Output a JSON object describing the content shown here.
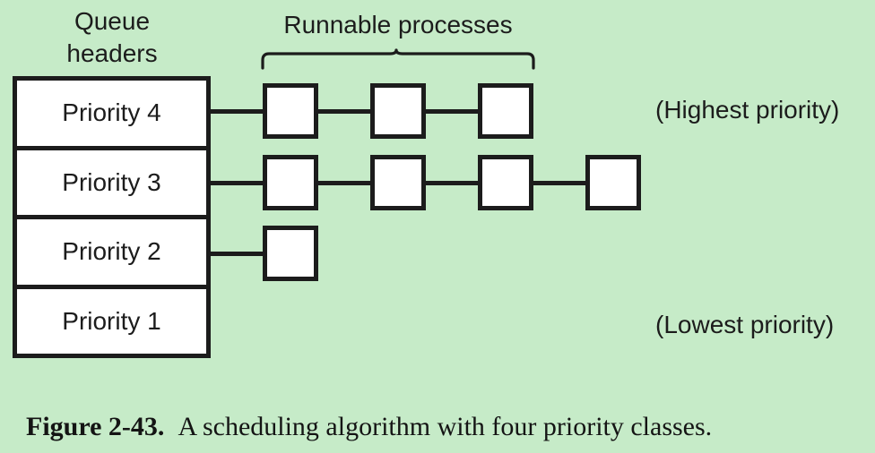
{
  "figure": {
    "background_color": "#c6ebc8",
    "ink_color": "#1c1c1c",
    "box_fill_color": "#ffffff",
    "headers_label_line1": "Queue",
    "headers_label_line2": "headers",
    "runnable_label": "Runnable processes",
    "highest_priority_note": "(Highest priority)",
    "lowest_priority_note": "(Lowest priority)",
    "queues": [
      {
        "label": "Priority 4",
        "process_count": 3
      },
      {
        "label": "Priority 3",
        "process_count": 4
      },
      {
        "label": "Priority 2",
        "process_count": 1
      },
      {
        "label": "Priority 1",
        "process_count": 0
      }
    ],
    "caption_number": "Figure 2-43.",
    "caption_text": "A scheduling algorithm with four priority classes."
  }
}
